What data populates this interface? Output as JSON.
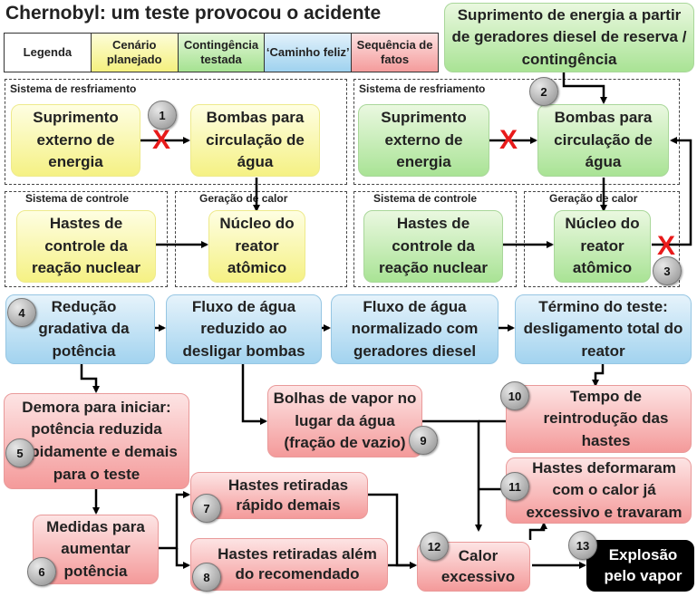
{
  "title": "Chernobyl: um teste provocou o acidente",
  "legend": {
    "legenda": "Legenda",
    "cenario": "Cenário planejado",
    "contingencia": "Contingência testada",
    "caminho": "‘Caminho feliz’",
    "sequencia": "Sequência de fatos"
  },
  "colors": {
    "yellow": "#f5f184",
    "green": "#a9e395",
    "blue": "#a2d3ef",
    "red": "#f49a9a",
    "black": "#000000",
    "xmark": "#e81a1a"
  },
  "groups": {
    "resfriamento_left": "Sistema de resfriamento",
    "resfriamento_right": "Sistema de resfriamento",
    "controle_left": "Sistema de controle",
    "calor_left": "Geração de calor",
    "controle_right": "Sistema de controle",
    "calor_right": "Geração de calor"
  },
  "boxes": {
    "diesel": "Suprimento de energia a partir de geradores diesel de reserva / contingência",
    "supply_left": "Suprimento externo de energia",
    "pumps_left": "Bombas para circulação de água",
    "rods_left": "Hastes de controle da reação nuclear",
    "core_left": "Núcleo do reator atômico",
    "supply_right": "Suprimento externo de energia",
    "pumps_right": "Bombas para circulação de água",
    "rods_right": "Hastes de controle da reação nuclear",
    "core_right": "Núcleo do reator atômico",
    "step4": "Redução gradativa da potência",
    "flow_reduced": "Fluxo de água reduzido ao desligar bombas",
    "flow_normal": "Fluxo de água normalizado com geradores diesel",
    "end_test": "Término do teste: desligamento total do reator",
    "step5": "Demora para iniciar: potência reduzida rapidamente e demais para o teste",
    "bubbles": "Bolhas de vapor no lugar da água (fração de vazio)",
    "step10": "Tempo de reintrodução das hastes",
    "step11": "Hastes deformaram com o calor já excessivo e travaram",
    "step7": "Hastes retiradas rápido demais",
    "step6": "Medidas para aumentar potência",
    "step8": "Hastes retiradas além do recomendado",
    "step12": "Calor excessivo",
    "step13": "Explosão pelo vapor"
  },
  "badges": {
    "b1": "1",
    "b2": "2",
    "b3": "3",
    "b4": "4",
    "b5": "5",
    "b6": "6",
    "b7": "7",
    "b8": "8",
    "b9": "9",
    "b10": "10",
    "b11": "11",
    "b12": "12",
    "b13": "13"
  },
  "marks": {
    "x": "X"
  }
}
